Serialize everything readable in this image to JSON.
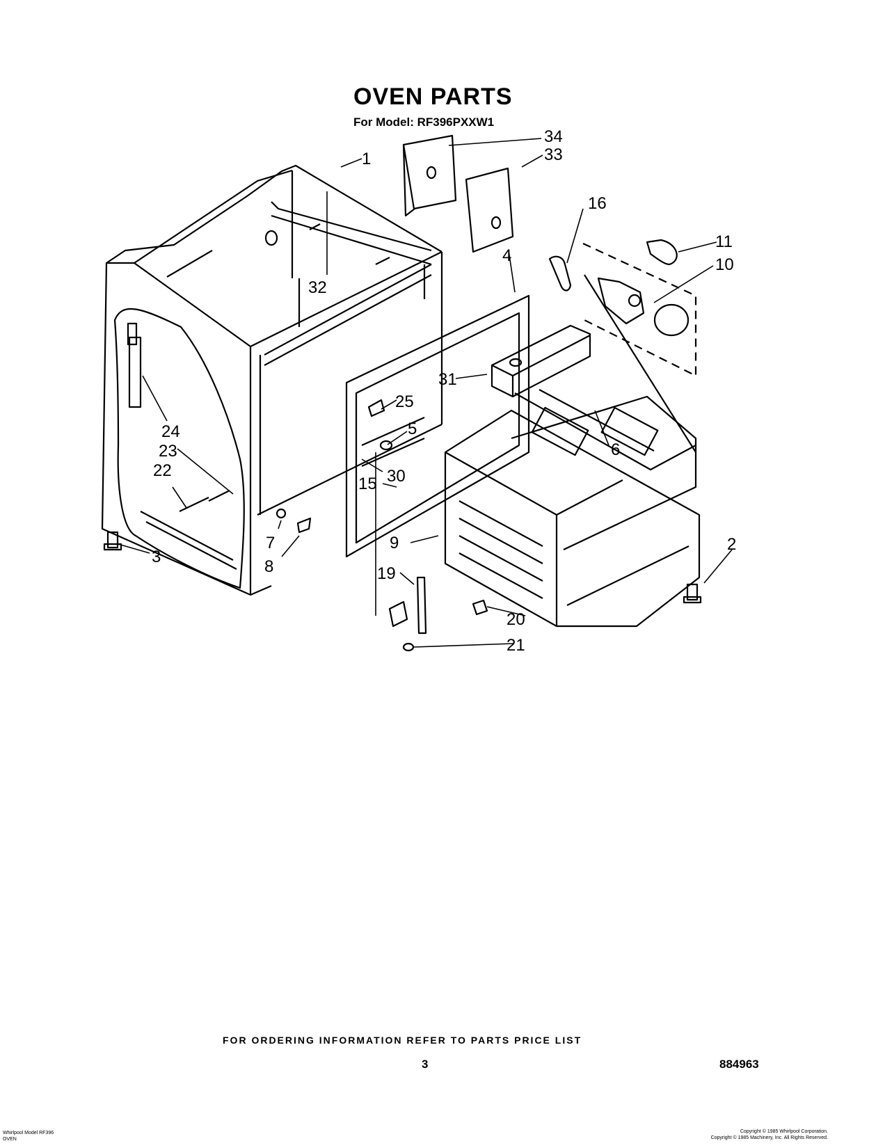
{
  "header": {
    "title": "OVEN PARTS",
    "subtitle": "For Model: RF396PXXW1"
  },
  "callouts": [
    "34",
    "33",
    "1",
    "16",
    "11",
    "10",
    "4",
    "32",
    "31",
    "25",
    "5",
    "24",
    "23",
    "22",
    "6",
    "30",
    "15",
    "9",
    "2",
    "3",
    "7",
    "8",
    "19",
    "20",
    "21"
  ],
  "footer": {
    "ordering_note": "FOR ORDERING INFORMATION REFER TO PARTS PRICE LIST",
    "page_number": "3",
    "document_number": "884963",
    "small_left_1": "Whirlpool Model RF396",
    "small_left_2": "OVEN",
    "copyright_1": "Copyright © 1985 Whirlpool Corporation.",
    "copyright_2": "Copyright © 1985 Machinery, Inc. All Rights Reserved."
  }
}
